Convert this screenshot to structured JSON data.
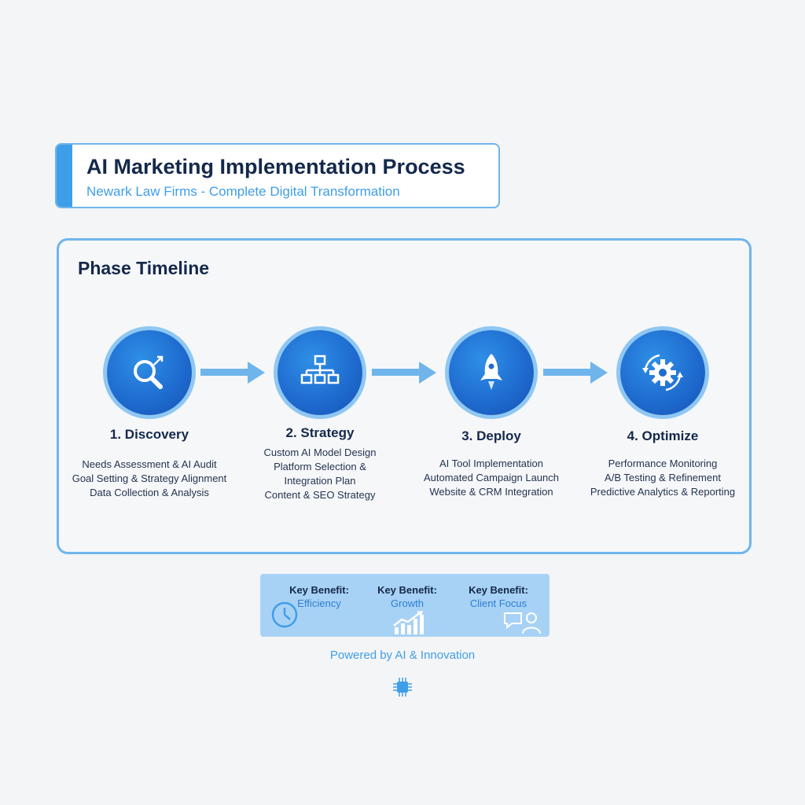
{
  "header": {
    "title": "AI Marketing Implementation Process",
    "subtitle": "Newark Law Firms - Complete Digital Transformation"
  },
  "timeline": {
    "heading": "Phase Timeline",
    "phases": [
      {
        "name": "1. Discovery",
        "icon": "search-analytics-icon",
        "items": [
          "Needs Assessment & AI Audit",
          "Goal Setting & Strategy Alignment",
          "Data Collection & Analysis"
        ]
      },
      {
        "name": "2. Strategy",
        "icon": "hierarchy-icon",
        "items": [
          "Custom AI Model Design",
          "Platform Selection &",
          "Integration Plan",
          "Content & SEO Strategy"
        ]
      },
      {
        "name": "3. Deploy",
        "icon": "rocket-icon",
        "items": [
          "AI Tool Implementation",
          "Automated Campaign Launch",
          "Website & CRM Integration"
        ]
      },
      {
        "name": "4. Optimize",
        "icon": "gear-cycle-icon",
        "items": [
          "Performance Monitoring",
          "A/B Testing & Refinement",
          "Predictive Analytics & Reporting"
        ]
      }
    ]
  },
  "benefits": [
    {
      "label": "Key Benefit:",
      "value": "Efficiency",
      "icon": "clock-icon"
    },
    {
      "label": "Key Benefit:",
      "value": "Growth",
      "icon": "growth-chart-icon"
    },
    {
      "label": "Key Benefit:",
      "value": "Client Focus",
      "icon": "client-chat-icon"
    }
  ],
  "footer": {
    "powered_by": "Powered by AI & Innovation",
    "icon": "chip-icon"
  },
  "colors": {
    "accent": "#3f9ee8",
    "dark_text": "#14284b",
    "circle": "#1f6cd0",
    "benefit_bg": "#a8d2f5"
  }
}
